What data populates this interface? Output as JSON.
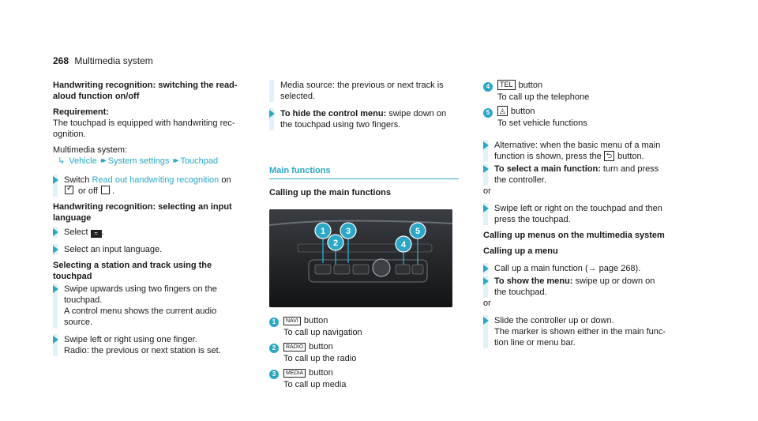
{
  "header": {
    "page_number": "268",
    "section": "Multimedia system"
  },
  "col1": {
    "h1": [
      "Handwriting recognition: switching the read-",
      "aloud function on/off"
    ],
    "req_label": "Requirement:",
    "req_text": [
      "The touchpad is equipped with handwriting rec-",
      "ognition."
    ],
    "ms_label": "Multimedia system:",
    "path": [
      "Vehicle",
      "System settings",
      "Touchpad"
    ],
    "step1_a": "Switch ",
    "step1_link": "Read out handwriting recognition",
    "step1_b": " on",
    "step1_c": " or off ",
    "h2": [
      "Handwriting recognition: selecting an input",
      "language"
    ],
    "step2": "Select",
    "step3": "Select an input language.",
    "h3": [
      "Selecting a station and track using the",
      "touchpad"
    ],
    "step4": [
      "Swipe upwards using two fingers on the",
      "touchpad.",
      "A control menu shows the current audio",
      "source."
    ],
    "step5": [
      "Swipe left or right using one finger.",
      "Radio: the previous or next station is set."
    ]
  },
  "col2": {
    "cont": [
      "Media source: the previous or next track is",
      "selected."
    ],
    "hide_bold": "To hide the control menu:",
    "hide_text": [
      " swipe down on",
      "the touchpad using two fingers."
    ],
    "section_title": "Main functions",
    "sub": "Calling up the main functions",
    "items": [
      {
        "n": "1",
        "key": "NAVI",
        "label": "button",
        "desc": "To call up navigation"
      },
      {
        "n": "2",
        "key": "RADIO",
        "label": "button",
        "desc": "To call up the radio"
      },
      {
        "n": "3",
        "key": "MEDIA",
        "label": "button",
        "desc": "To call up media"
      }
    ]
  },
  "col3": {
    "items": [
      {
        "n": "4",
        "key": "TEL",
        "label": "button",
        "desc": "To call up the telephone"
      },
      {
        "n": "5",
        "key": "",
        "label": "button",
        "desc": "To set vehicle functions"
      }
    ],
    "alt": [
      "Alternative: when the basic menu of a main",
      "function is shown, press the",
      "button."
    ],
    "select_bold": "To select a main function:",
    "select_text": [
      " turn and press",
      "the controller."
    ],
    "or1": "or",
    "swipe": [
      "Swipe left or right on the touchpad and then",
      "press the touchpad."
    ],
    "h_menus": "Calling up menus on the multimedia system",
    "h_menu": "Calling up a menu",
    "call_main": "Call up a main function (→ page 268).",
    "show_bold": "To show the menu:",
    "show_text": [
      " swipe up or down on",
      "the touchpad."
    ],
    "or2": "or",
    "slide": [
      "Slide the controller up or down.",
      "The marker is shown either in the main func-",
      "tion line or menu bar."
    ]
  },
  "figure": {
    "callouts": [
      "1",
      "2",
      "3",
      "4",
      "5"
    ]
  },
  "colors": {
    "accent": "#29a8c7",
    "highlight_bar": "#dff2f7",
    "text": "#1a1a1a"
  }
}
